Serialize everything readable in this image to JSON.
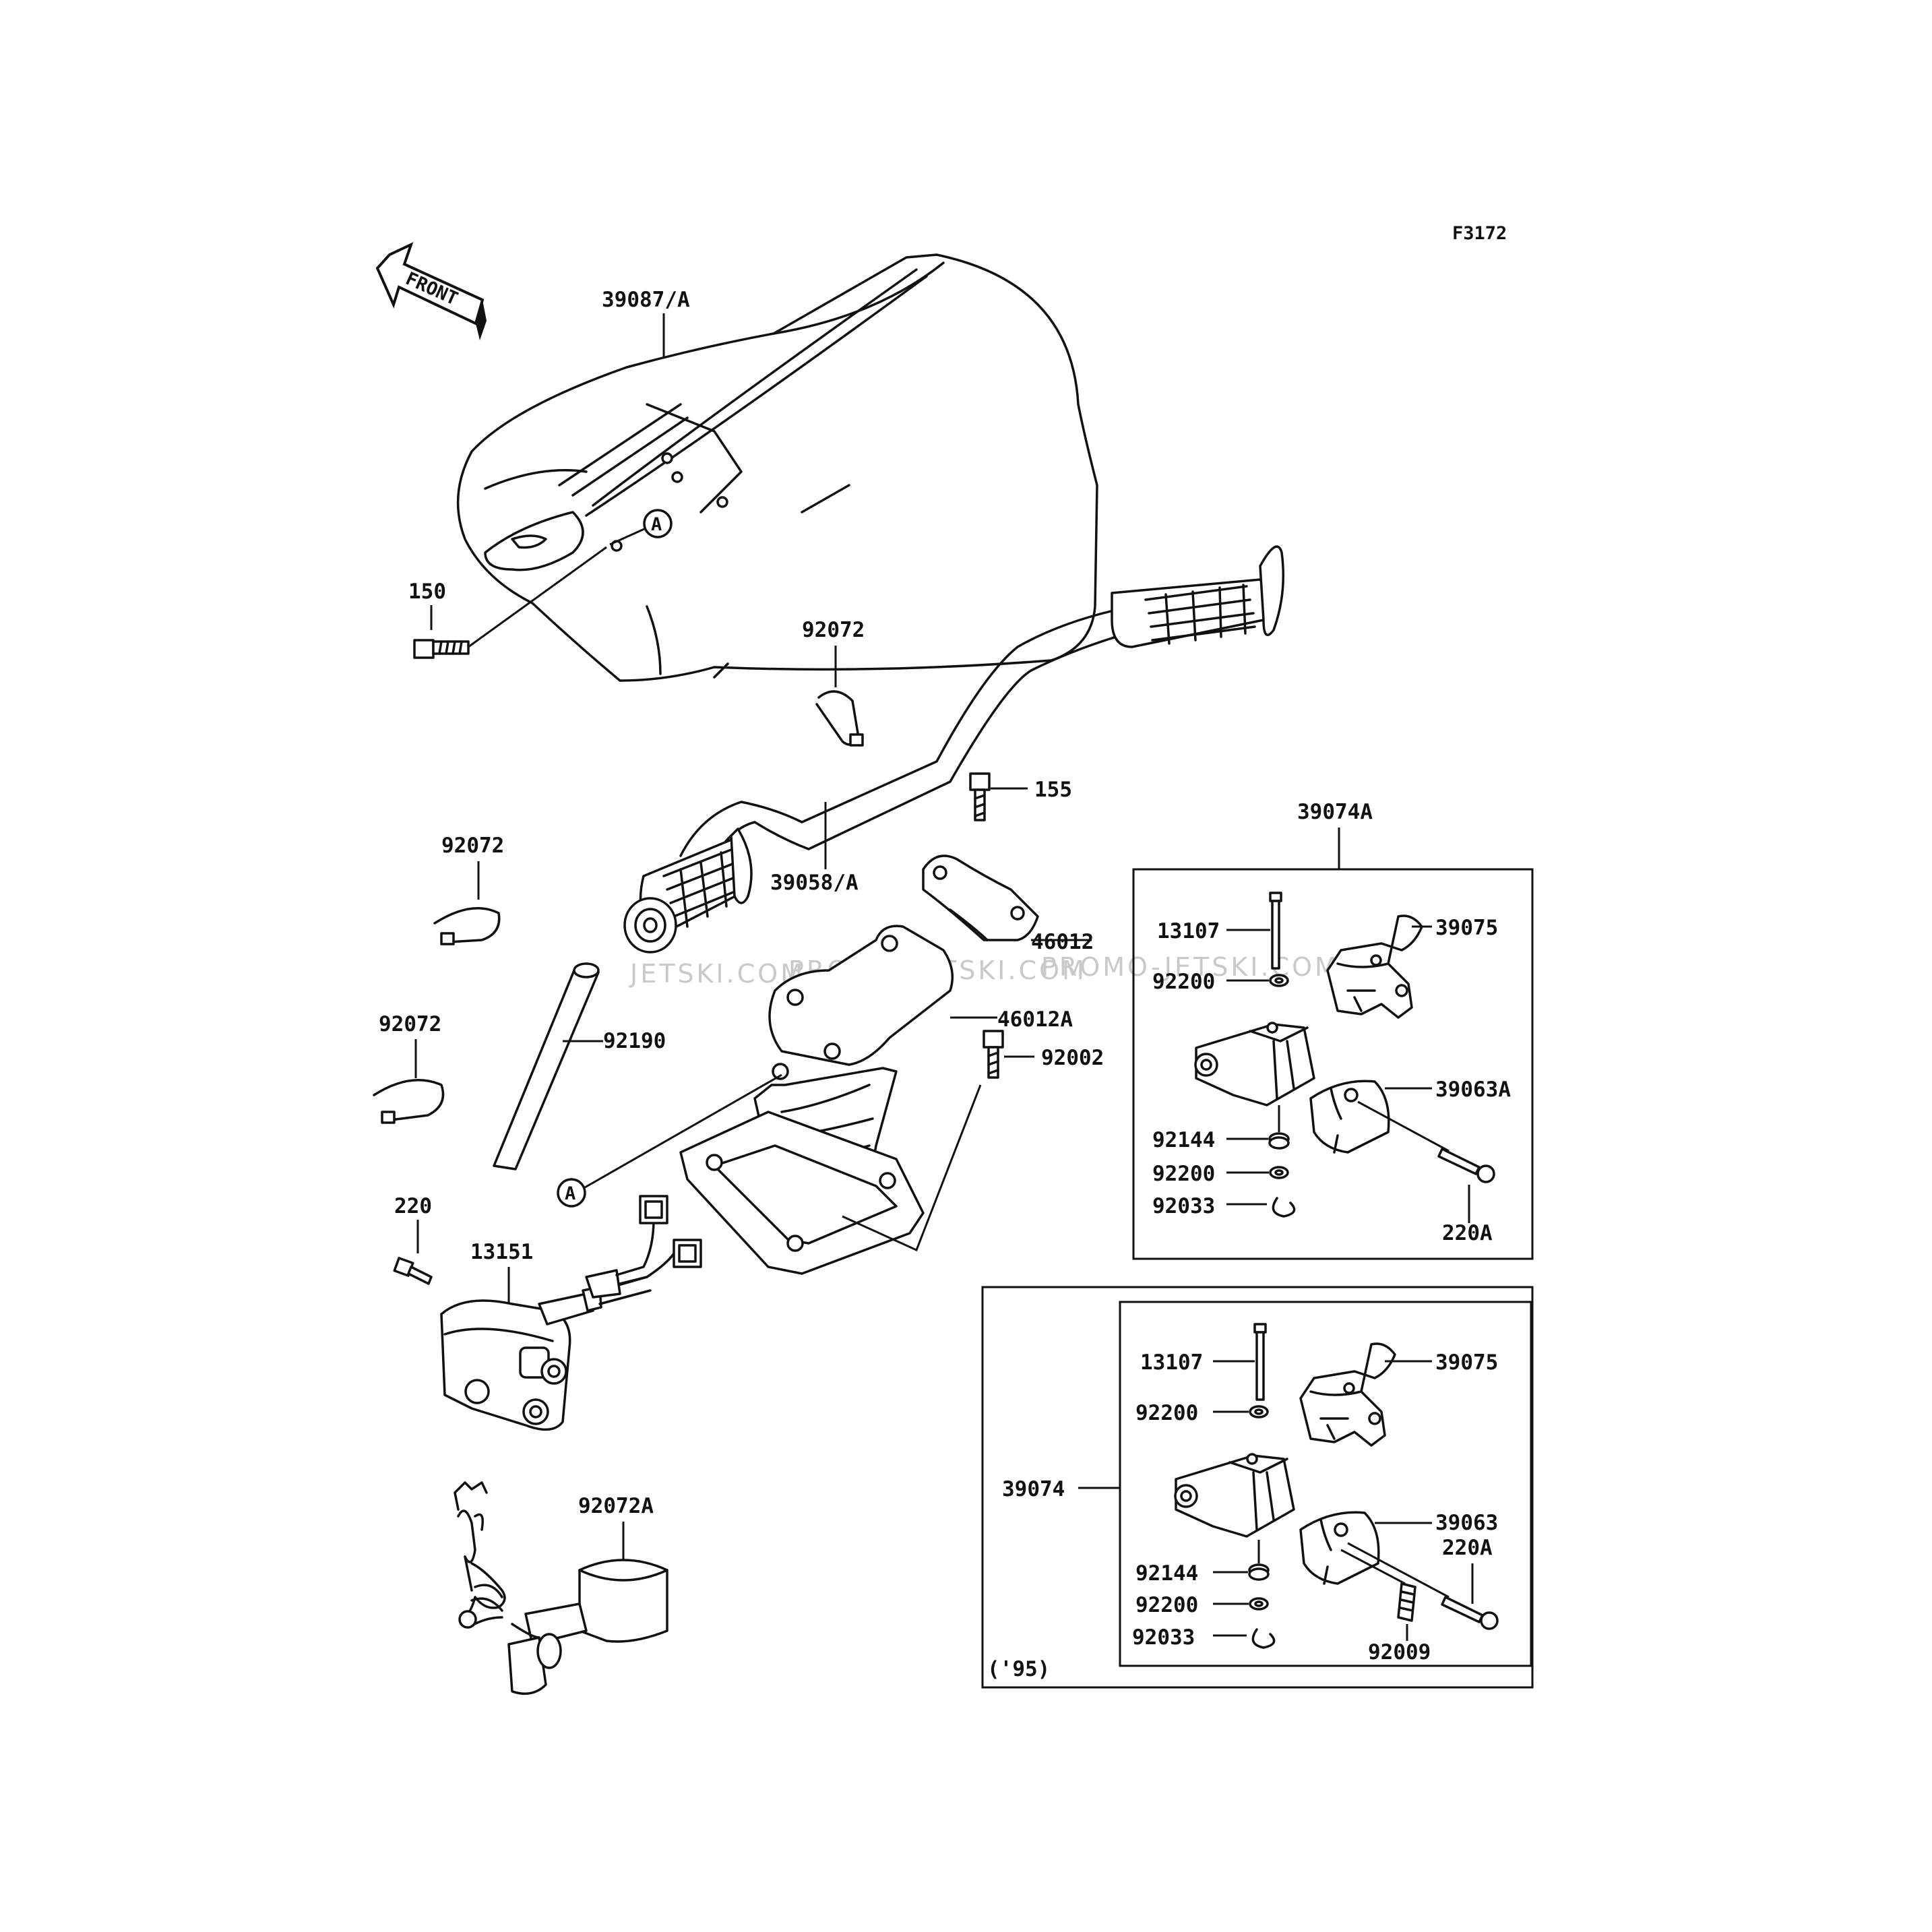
{
  "diagram_code": "F3172",
  "front_label": "FRONT",
  "watermarks": [
    "JETSKI.COM",
    "PROMO-JETSKI.COM",
    "PROMO-JETSKI.COM"
  ],
  "main": {
    "hand_pole_cover": "39087/A",
    "bolt_150": "150",
    "ref_a_top": "A",
    "clamp_92072_upper": "92072",
    "handlebar": "39058/A",
    "bolt_155": "155",
    "holder_46012": "46012",
    "holder_46012a": "46012A",
    "bolt_92002": "92002",
    "clamp_92072_mid": "92072",
    "clamp_92072_low": "92072",
    "tube_92190": "92190",
    "ref_a_bottom": "A",
    "screw_220": "220",
    "switch_13151": "13151",
    "lanyard_92072a": "92072A"
  },
  "box_39074a": {
    "title": "39074A",
    "pin": "13107",
    "washer_top": "92200",
    "lever": "39075",
    "cover": "39063A",
    "spring": "92144",
    "washer_bottom": "92200",
    "circlip": "92033",
    "screw": "220A"
  },
  "box_39074": {
    "title": "39074",
    "pin": "13107",
    "washer_top": "92200",
    "lever": "39075",
    "cover": "39063",
    "screw": "220A",
    "spring": "92144",
    "washer_bottom": "92200",
    "circlip": "92033",
    "set_screw": "92009",
    "year_note": "('95)"
  }
}
